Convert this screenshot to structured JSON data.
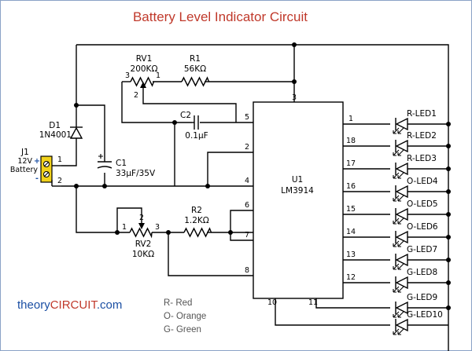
{
  "title": "Battery Level Indicator Circuit",
  "brand": {
    "pre": "theory",
    "mid": "CIRCUIT",
    "post": ".com",
    "pre_color": "#1b4fa3",
    "mid_color": "#c0392b"
  },
  "legend": [
    "R- Red",
    "O- Orange",
    "G- Green"
  ],
  "battery": {
    "volt": "12V",
    "name": "Battery",
    "plus": "+",
    "minus": "-",
    "ref": "J1",
    "pin1": "1",
    "pin2": "2"
  },
  "d1": {
    "ref": "D1",
    "value": "1N4001"
  },
  "c1": {
    "ref": "C1",
    "value": "33µF/35V"
  },
  "c2": {
    "ref": "C2",
    "value": "0.1µF"
  },
  "rv1": {
    "ref": "RV1",
    "value": "200KΩ",
    "pin3": "3",
    "pin2": "2",
    "pin1": "1"
  },
  "r1": {
    "ref": "R1",
    "value": "56KΩ"
  },
  "rv2": {
    "ref": "RV2",
    "value": "10KΩ",
    "pin1": "1",
    "pin2": "2",
    "pin3": "3"
  },
  "r2": {
    "ref": "R2",
    "value": "1.2KΩ"
  },
  "u1": {
    "ref": "U1",
    "name": "LM3914",
    "left_pins": [
      "5",
      "2",
      "4",
      "6",
      "7",
      "8"
    ],
    "top_pin": "3",
    "bottom_pins": [
      "10",
      "11"
    ],
    "right_pins": [
      "1",
      "18",
      "17",
      "16",
      "15",
      "14",
      "13",
      "12"
    ]
  },
  "leds": [
    "R-LED1",
    "R-LED2",
    "R-LED3",
    "O-LED4",
    "O-LED5",
    "O-LED6",
    "G-LED7",
    "G-LED8",
    "G-LED9",
    "G-LED10"
  ]
}
